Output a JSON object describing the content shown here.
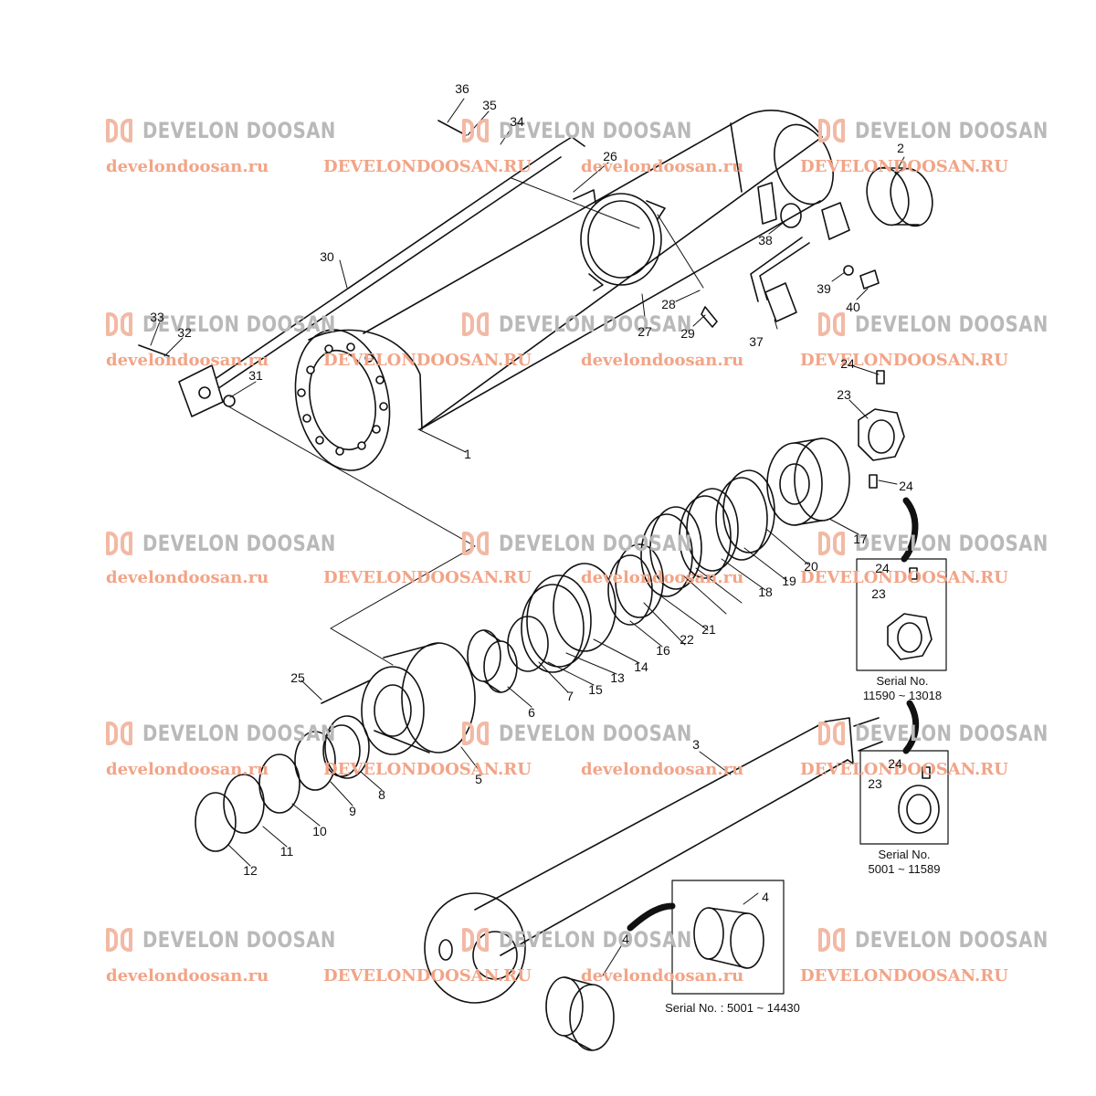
{
  "watermark": {
    "brand": "DEVELON DOOSAN",
    "url_lower": "develondoosan.ru",
    "url_upper": "DEVELONDOOSAN.RU",
    "brand_color": "#b9b9b9",
    "mark_color": "#f2b9a4",
    "url_color": "#f2a487"
  },
  "callouts": [
    "1",
    "2",
    "3",
    "4",
    "5",
    "6",
    "7",
    "8",
    "9",
    "10",
    "11",
    "12",
    "13",
    "14",
    "15",
    "16",
    "17",
    "18",
    "19",
    "20",
    "21",
    "22",
    "23",
    "24",
    "25",
    "26",
    "27",
    "28",
    "29",
    "30",
    "31",
    "32",
    "33",
    "34",
    "35",
    "36",
    "37",
    "38",
    "39",
    "40"
  ],
  "inset_nut_new": {
    "serial_label": "Serial No.",
    "serial_range": "11590 ~ 13018",
    "labels": [
      "24",
      "23"
    ]
  },
  "inset_nut_old": {
    "serial_label": "Serial No.",
    "serial_range": "5001 ~ 11589",
    "labels": [
      "24",
      "23"
    ]
  },
  "inset_bushing": {
    "serial_text": "Serial No. : 5001 ~ 14430",
    "labels": [
      "4"
    ]
  }
}
